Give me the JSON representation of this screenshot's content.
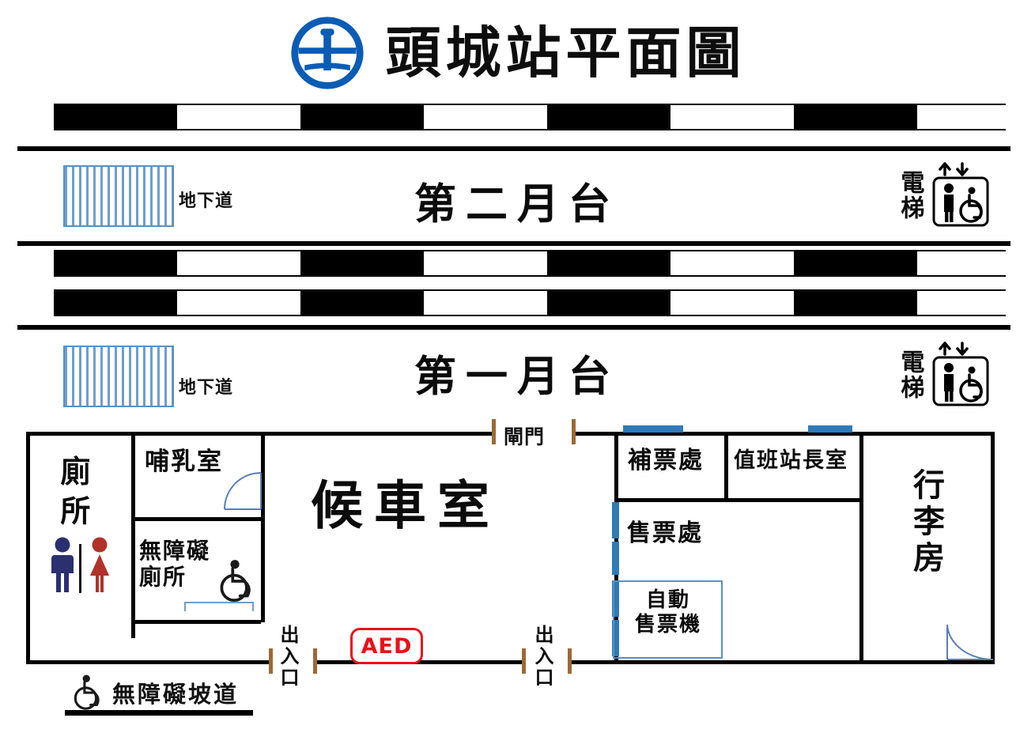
{
  "header": {
    "logo_name": "tra-logo",
    "title": "頭城站平面圖",
    "logo_color": "#0b5cb5"
  },
  "platforms": [
    {
      "id": "platform-2",
      "label": "第二月台",
      "underpass_label": "地下道",
      "elevator_label": "電梯"
    },
    {
      "id": "platform-1",
      "label": "第一月台",
      "underpass_label": "地下道",
      "elevator_label": "電梯"
    }
  ],
  "tracks": [
    {
      "id": "track-upper",
      "name": "track-1"
    },
    {
      "id": "track-middle-a",
      "name": "track-2"
    },
    {
      "id": "track-middle-b",
      "name": "track-3"
    }
  ],
  "building": {
    "gate_label": "閘門",
    "rooms": [
      {
        "id": "toilets",
        "label": "廁所"
      },
      {
        "id": "nursing-room",
        "label": "哺乳室"
      },
      {
        "id": "accessible-toilet",
        "label": "無障礙\n廁所"
      },
      {
        "id": "waiting-room",
        "label": "候車室"
      },
      {
        "id": "fare-adjustment",
        "label": "補票處"
      },
      {
        "id": "duty-stationmaster-office",
        "label": "值班站長室"
      },
      {
        "id": "ticket-office",
        "label": "售票處"
      },
      {
        "id": "ticket-vending-machine",
        "label": "自動\n售票機"
      },
      {
        "id": "baggage-room",
        "label": "行李房"
      }
    ],
    "aed_label": "AED",
    "entrances": [
      {
        "id": "entrance-left",
        "label": "出入口"
      },
      {
        "id": "entrance-right",
        "label": "出入口"
      }
    ],
    "accessible_ramp_label": "無障礙坡道"
  },
  "colors": {
    "logo_blue": "#0b5cb5",
    "window_blue": "#2f7ab8",
    "stair_blue": "#6f9dd0",
    "aed_red": "#e8121a",
    "male_icon": "#2a3070",
    "female_icon": "#b13229",
    "door_jamb_brown": "#9b6a35",
    "wall_black": "#000000"
  }
}
